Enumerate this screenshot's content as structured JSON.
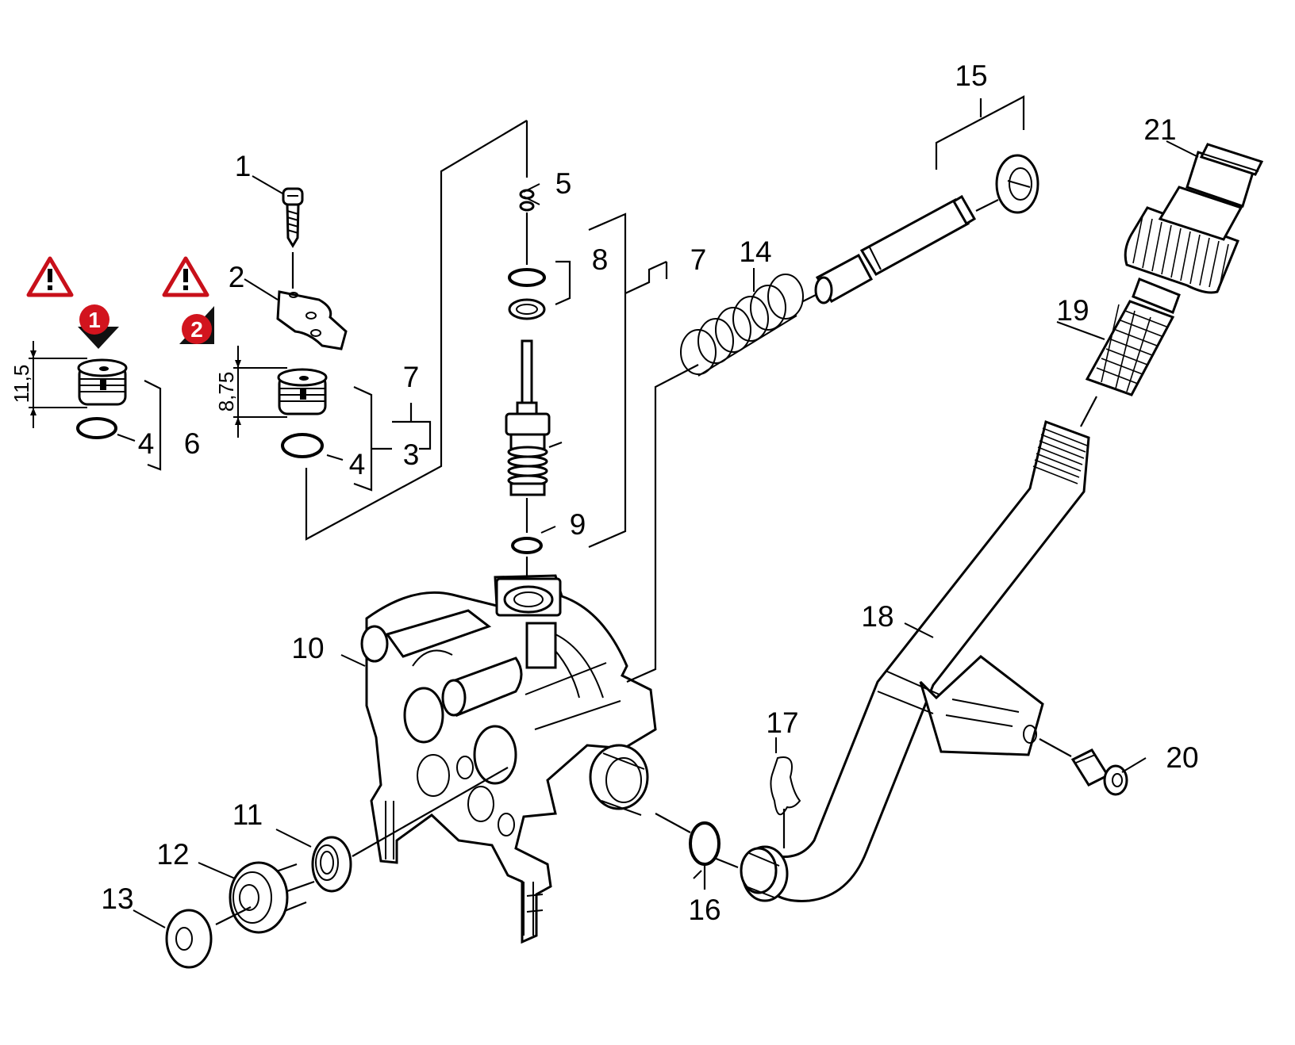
{
  "callouts": {
    "c1": "1",
    "c2": "2",
    "c3": "3",
    "c4a": "4",
    "c4b": "4",
    "c5": "5",
    "c6": "6",
    "c7a": "7",
    "c7b": "7",
    "c8": "8",
    "c9": "9",
    "c10": "10",
    "c11": "11",
    "c12": "12",
    "c13": "13",
    "c14": "14",
    "c15": "15",
    "c16": "16",
    "c17": "17",
    "c18": "18",
    "c19": "19",
    "c20": "20",
    "c21": "21"
  },
  "dimensions": {
    "d1": "11,5",
    "d2": "8,75"
  },
  "badges": {
    "b1": "1",
    "b2": "2"
  },
  "colors": {
    "badge": "#d2141e",
    "warning_border": "#c8101a",
    "line": "#000000"
  },
  "icons": {
    "warning": "warning-triangle-icon",
    "arrow_down": "arrow-down-icon",
    "arrow_diag": "arrow-diagonal-icon"
  }
}
